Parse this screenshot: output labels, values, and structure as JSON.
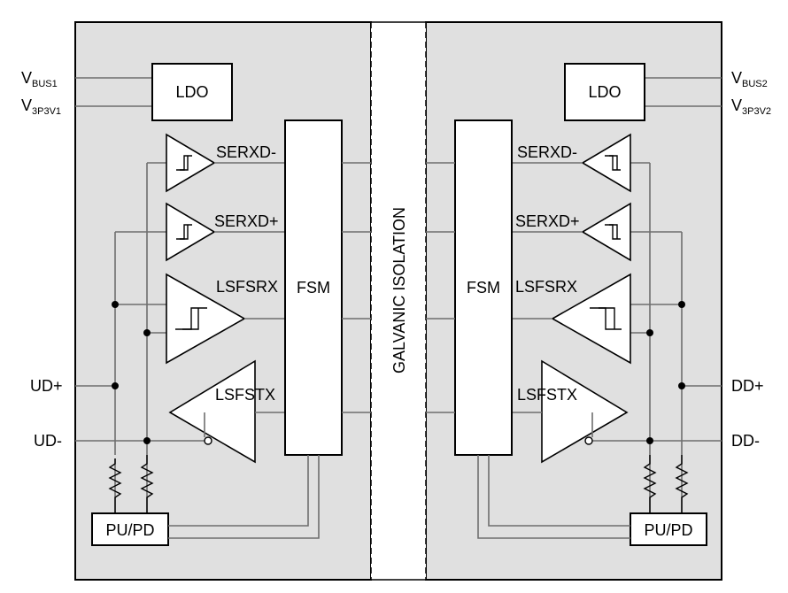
{
  "left": {
    "supply1": {
      "main": "V",
      "sub": "BUS1"
    },
    "supply2": {
      "main": "V",
      "sub": "3P3V1"
    },
    "ldo": "LDO",
    "buffers": [
      "SERXD-",
      "SERXD+",
      "LSFSRX",
      "LSFSTX"
    ],
    "fsm": "FSM",
    "pins": [
      "UD+",
      "UD-"
    ],
    "pupd": "PU/PD"
  },
  "isolation": "GALVANIC ISOLATION",
  "right": {
    "supply1": {
      "main": "V",
      "sub": "BUS2"
    },
    "supply2": {
      "main": "V",
      "sub": "3P3V2"
    },
    "ldo": "LDO",
    "buffers": [
      "SERXD-",
      "SERXD+",
      "LSFSRX",
      "LSFSTX"
    ],
    "fsm": "FSM",
    "pins": [
      "DD+",
      "DD-"
    ],
    "pupd": "PU/PD"
  }
}
